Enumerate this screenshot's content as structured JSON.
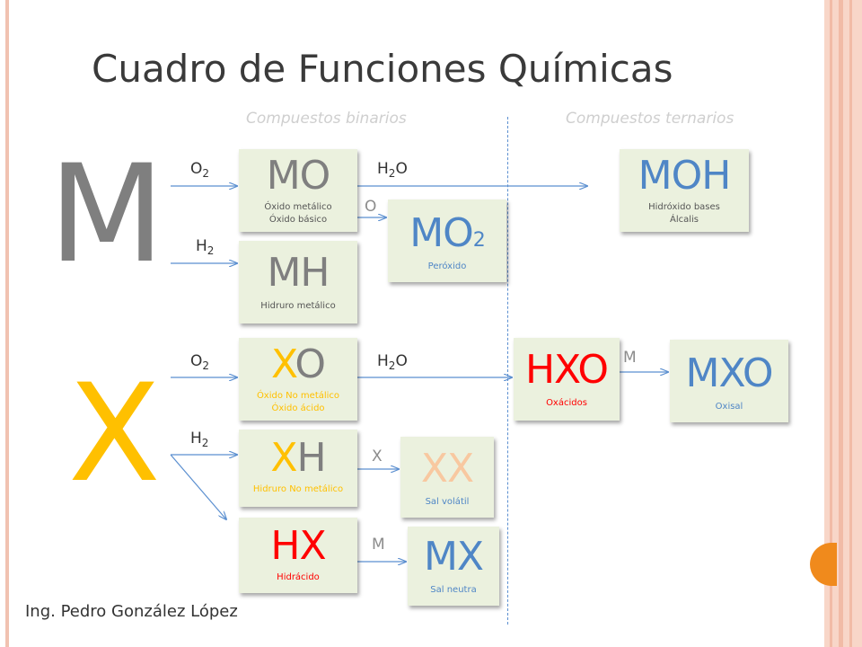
{
  "title": "Cuadro de Funciones Químicas",
  "sections": {
    "binary": "Compuestos binarios",
    "ternary": "Compuestos ternarios"
  },
  "elements": {
    "metal": "M",
    "nonmetal": "X"
  },
  "labels": {
    "o": "O",
    "n2": "2",
    "h": "H",
    "x": "X",
    "m": "M"
  },
  "boxes": {
    "mo": {
      "formula": "MO",
      "desc": [
        "Óxido metálico",
        "Óxido básico"
      ]
    },
    "mh": {
      "formula": "MH",
      "desc": [
        "Hidruro  metálico"
      ]
    },
    "mo2": {
      "formula": "MO",
      "sub": "2",
      "desc": [
        "Peróxido"
      ]
    },
    "moh": {
      "formula": "MOH",
      "desc": [
        "Hidróxido bases",
        "Álcalis"
      ]
    },
    "xo": {
      "formula_x": "X",
      "formula_rest": "O",
      "desc": [
        "Óxido No metálico",
        "Óxido ácido"
      ]
    },
    "xh": {
      "formula_x": "X",
      "formula_rest": "H",
      "desc": [
        "Hidruro  No metálico"
      ]
    },
    "hx": {
      "formula": "HX",
      "desc": [
        "Hidrácido"
      ]
    },
    "xx": {
      "formula": "XX",
      "desc": [
        "Sal volátil"
      ]
    },
    "mx": {
      "formula": "MX",
      "desc": [
        "Sal neutra"
      ]
    },
    "hxo": {
      "formula": "HXO",
      "desc": [
        "Oxácidos"
      ]
    },
    "mxo": {
      "formula": "MXO",
      "desc": [
        "Oxisal"
      ]
    }
  },
  "footer": "Ing. Pedro González López",
  "colors": {
    "box_bg": "#ebf1de",
    "grey_formula": "#7f7f7f",
    "blue_formula": "#4f86c6",
    "yellow_formula": "#ffc000",
    "red_formula": "#ff0000",
    "peach_formula": "#f8c8a0",
    "arrow": "#5b8fd0"
  }
}
